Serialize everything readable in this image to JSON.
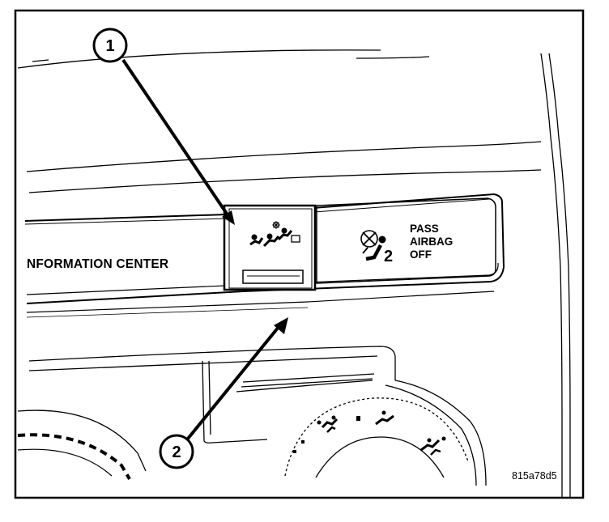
{
  "panel": {
    "info_center_label": "NFORMATION CENTER",
    "pass_airbag_lines": [
      "PASS",
      "AIRBAG",
      "OFF"
    ],
    "airbag_seat_number": "2"
  },
  "callouts": [
    {
      "number": "1"
    },
    {
      "number": "2"
    }
  ],
  "figure_code": "815a78d5",
  "icons": {
    "switch_icon": "defrost-floor-vent-icon",
    "airbag_icon": "passenger-airbag-off-icon",
    "hvac_icons": "vent-mode-icons"
  }
}
